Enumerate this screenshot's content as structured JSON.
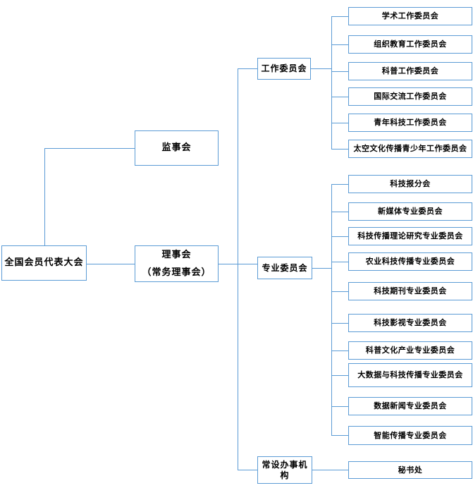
{
  "diagram": {
    "type": "org-chart",
    "accent_color": "#5b9bd5",
    "text_color": "#000000",
    "background_color": "#ffffff",
    "nodes": {
      "congress": "全国会员代表大会",
      "supervisory_board": "监事会",
      "council_line1": "理事会",
      "council_line2": "（常务理事会）",
      "branches": [
        {
          "label": "工作委员会",
          "children": [
            "学术工作委员会",
            "组织教育工作委员会",
            "科普工作委员会",
            "国际交流工作委员会",
            "青年科技工作委员会",
            "太空文化传播青少年工作委员会"
          ]
        },
        {
          "label": "专业委员会",
          "children": [
            "科技报分会",
            "新媒体专业委员会",
            "科技传播理论研究专业委员会",
            "农业科技传播专业委员会",
            "科技期刊专业委员会",
            "科技影视专业委员会",
            "科普文化产业专业委员会",
            "大数据与科技传播专业委员会",
            "数据新闻专业委员会",
            "智能传播专业委员会"
          ]
        },
        {
          "label": "常设办事机构",
          "children": [
            "秘书处"
          ]
        }
      ]
    }
  }
}
